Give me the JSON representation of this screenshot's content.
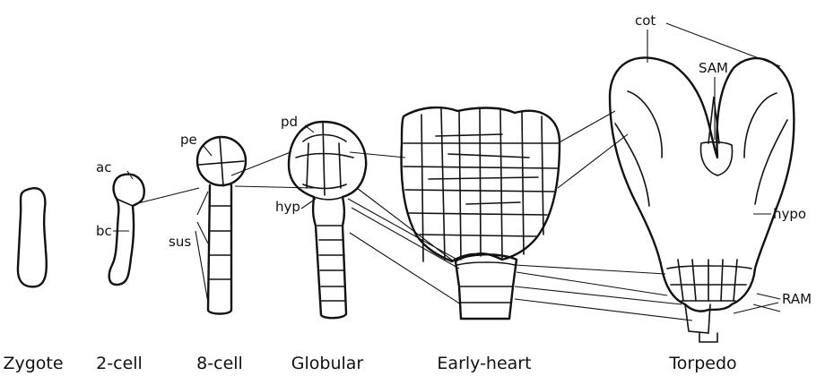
{
  "stages": [
    "Zygote",
    "2-cell",
    "8-cell",
    "Globular",
    "Early-heart",
    "Torpedo"
  ],
  "labels": {
    "ac": "ac",
    "bc": "bc",
    "pe": "pe",
    "sus": "sus",
    "pd": "pd",
    "hyp": "hyp",
    "cot": "cot",
    "sam": "SAM",
    "hypo": "hypo",
    "ram": "RAM"
  }
}
